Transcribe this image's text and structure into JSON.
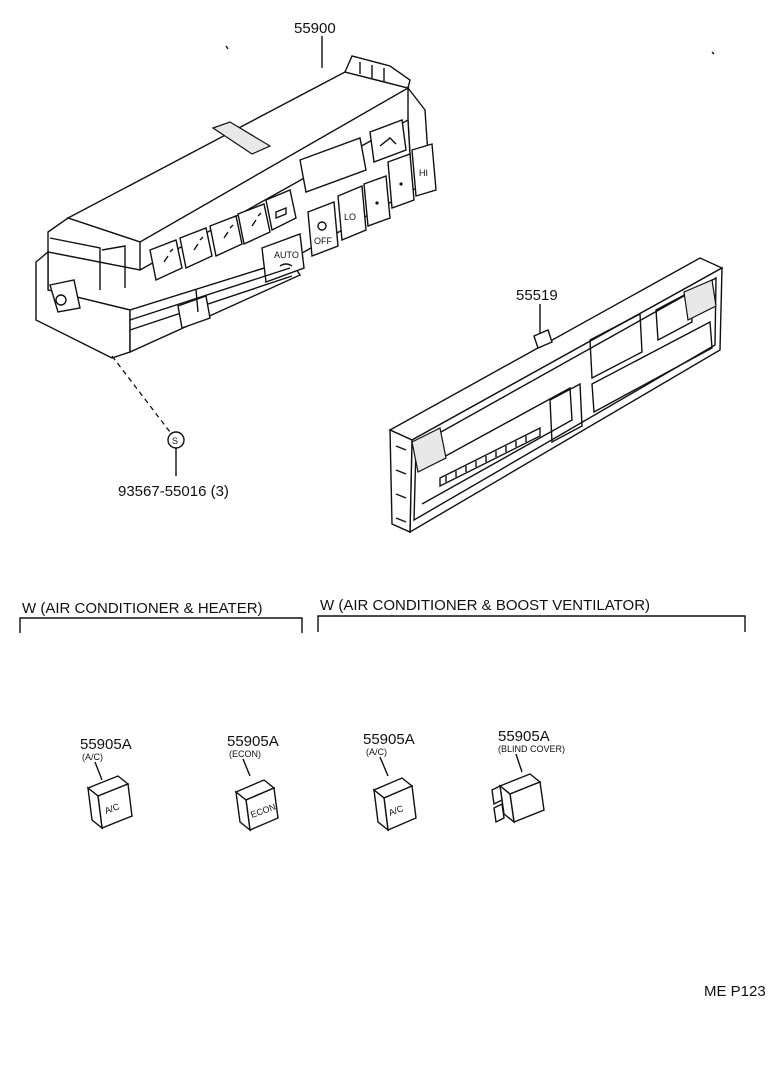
{
  "parts": {
    "control_unit": {
      "number": "55900"
    },
    "panel": {
      "number": "55519"
    },
    "screw": {
      "symbol": "S",
      "number": "93567-55016 (3)"
    }
  },
  "button_legends": [
    "AUTO",
    "OFF",
    "LO",
    "HI"
  ],
  "groups": {
    "left": {
      "title": "W (AIR CONDITIONER & HEATER)"
    },
    "right": {
      "title": "W (AIR CONDITIONER & BOOST VENTILATOR)"
    }
  },
  "knobs": [
    {
      "number": "55905A",
      "note": "(A/C)",
      "face": "A/C"
    },
    {
      "number": "55905A",
      "note": "(ECON)",
      "face": "ECON"
    },
    {
      "number": "55905A",
      "note": "(A/C)",
      "face": "A/C"
    },
    {
      "number": "55905A",
      "note": "(BLIND COVER)"
    }
  ],
  "footer": {
    "code": "ME P123"
  }
}
